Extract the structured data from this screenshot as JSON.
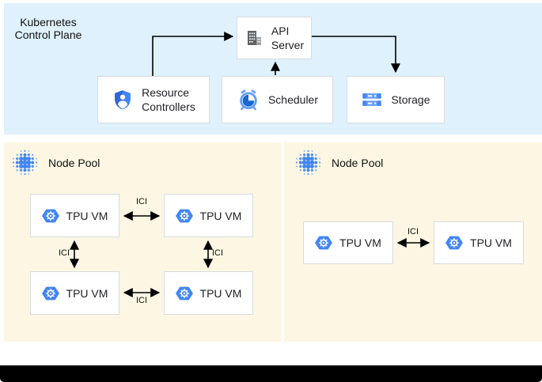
{
  "header": {
    "title": [
      "Kubernetes",
      "Control Plane"
    ]
  },
  "control_plane": {
    "api_server": [
      "API",
      "Server"
    ],
    "resource_controllers": [
      "Resource",
      "Controllers"
    ],
    "scheduler": "Scheduler",
    "storage": "Storage"
  },
  "pools": {
    "left": {
      "label": "Node Pool",
      "vms": [
        "TPU VM",
        "TPU VM",
        "TPU VM",
        "TPU VM"
      ],
      "links": {
        "horizontal_top": "ICI",
        "horizontal_bottom": "ICI",
        "vertical_left": "ICI",
        "vertical_right": "ICI"
      }
    },
    "right": {
      "label": "Node Pool",
      "vms": [
        "TPU VM",
        "TPU VM"
      ],
      "links": {
        "horizontal": "ICI"
      }
    }
  },
  "icons": {
    "api_server": "building-icon",
    "resource_controllers": "shield-user-icon",
    "scheduler": "alarm-clock-icon",
    "storage": "storage-disks-icon",
    "node_pool": "dot-cluster-icon",
    "tpu_vm": "hexagon-gear-icon"
  },
  "colors": {
    "control_plane_bg": "#DFF1FC",
    "node_pool_bg": "#FCF6E3",
    "box_border": "#D8DCE0",
    "accent_blue": "#4285F4",
    "accent_blue_dark": "#1967D2",
    "accent_blue_light": "#669DF6",
    "building_gray": "#5F6368",
    "arrow": "#000000"
  }
}
